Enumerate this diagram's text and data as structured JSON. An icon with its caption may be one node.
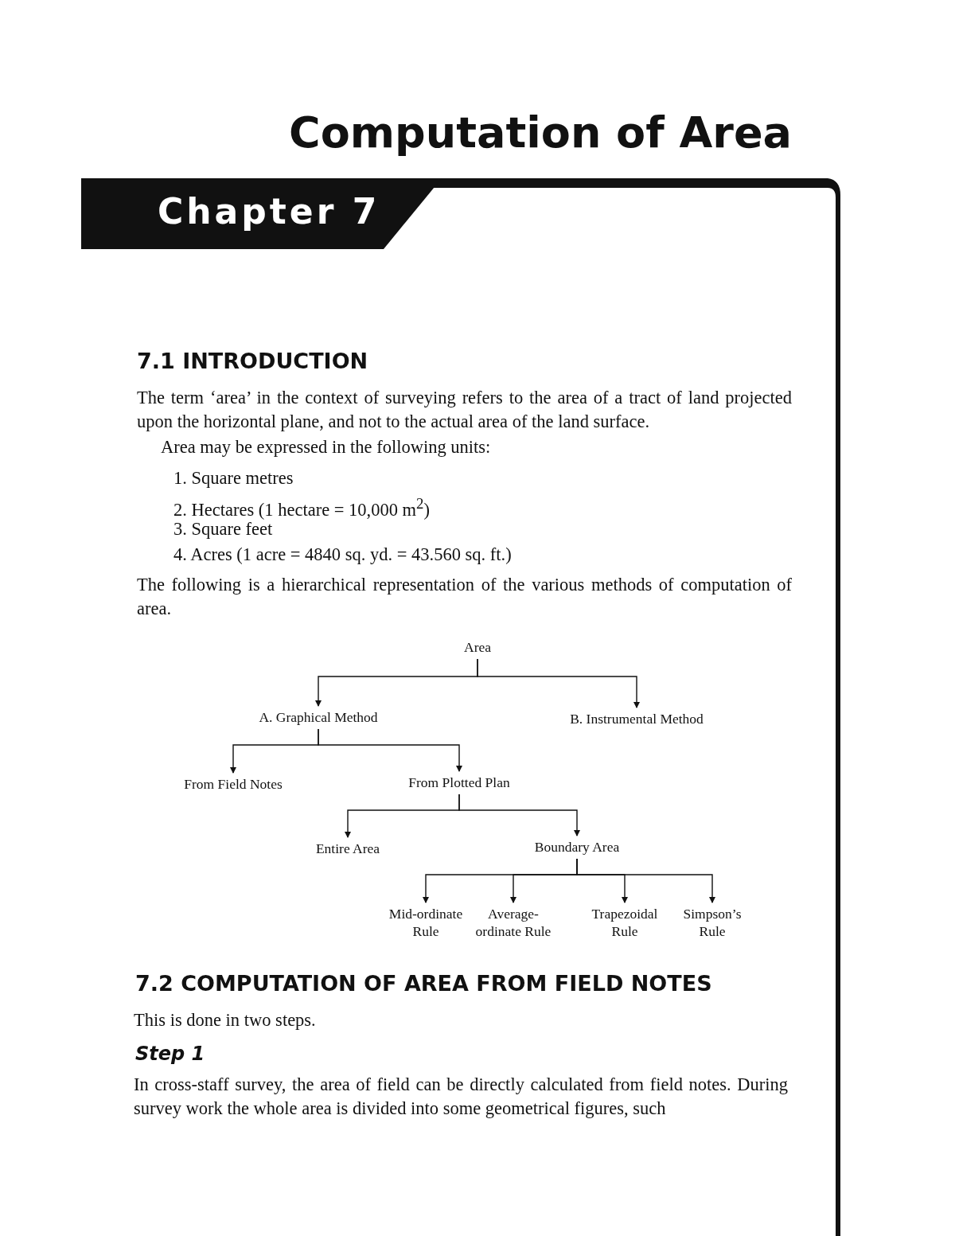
{
  "diagram": {
    "title": "Computation of Area",
    "nodes": [
      {
        "text": [
          "Area"
        ]
      },
      {
        "text": [
          "A. Graphical Method"
        ]
      },
      {
        "text": [
          "B. Instrumental Method"
        ]
      },
      {
        "text": [
          "From Field Notes"
        ]
      },
      {
        "text": [
          "From Plotted Plan"
        ]
      },
      {
        "text": [
          "Entire Area"
        ]
      },
      {
        "text": [
          "Boundary Area"
        ]
      },
      {
        "text": [
          "Mid-ordinate Rule"
        ]
      },
      {
        "text": [
          "Average-ordinate Rule"
        ]
      },
      {
        "text": [
          "Trapezoidal Rule"
        ]
      },
      {
        "text": [
          "Simpson’s Rule"
        ]
      }
    ],
    "edges": [
      {
        "from": 0,
        "to": 1,
        "arrow": "to"
      },
      {
        "from": 0,
        "to": 2,
        "arrow": "to"
      },
      {
        "from": 1,
        "to": 3,
        "arrow": "to"
      },
      {
        "from": 1,
        "to": 4,
        "arrow": "to"
      },
      {
        "from": 4,
        "to": 5,
        "arrow": "to"
      },
      {
        "from": 4,
        "to": 6,
        "arrow": "to"
      },
      {
        "from": 6,
        "to": 7,
        "arrow": "to"
      },
      {
        "from": 6,
        "to": 8,
        "arrow": "to"
      },
      {
        "from": 6,
        "to": 9,
        "arrow": "to"
      },
      {
        "from": 6,
        "to": 10,
        "arrow": "to"
      }
    ],
    "labels": [
      "Chapter 7",
      "7.1 INTRODUCTION",
      "The term ‘area’ in the context of surveying refers to the area of a tract of land projected upon the horizontal plane, and not to the actual area of the land surface.",
      "Area may be expressed in the following units:",
      "1. Square metres",
      "2. Hectares (1 hectare = 10,000 m$^{2}$)",
      "3. Square feet",
      "4. Acres (1 acre = 4840 sq. yd. = 43.560 sq. ft.)",
      "The following is a hierarchical representation of the various methods of computation of area.",
      "7.2 COMPUTATION OF AREA FROM FIELD NOTES",
      "This is done in two steps.",
      "Step 1",
      "In cross-staff survey, the area of field can be directly calculated from field notes. During survey work the whole area is divided into some geometrical figures, such"
    ]
  }
}
